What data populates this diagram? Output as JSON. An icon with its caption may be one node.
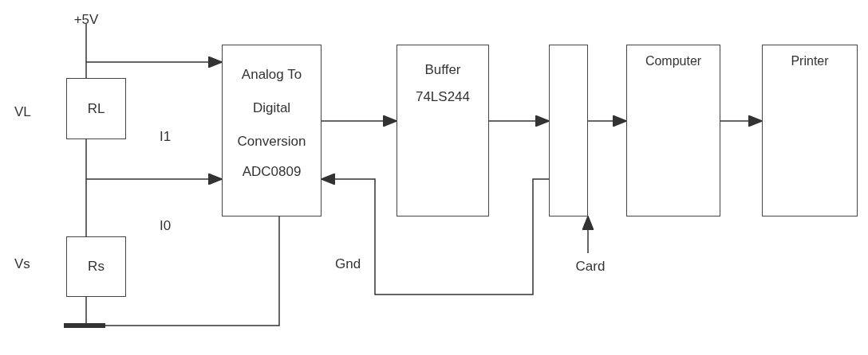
{
  "diagram": {
    "nodes": [
      {
        "text": [
          "+5V"
        ]
      },
      {
        "text": [
          "RL"
        ]
      },
      {
        "text": [
          "Rs"
        ]
      },
      {
        "text": [],
        "shape": "bar"
      },
      {
        "text": [
          "Analog To Digital Conversion",
          "ADC0809"
        ]
      },
      {
        "text": [
          "Buffer",
          "74LS244"
        ]
      },
      {
        "text": [],
        "shape": "box"
      },
      {
        "text": [
          "Computer"
        ]
      },
      {
        "text": [
          "Printer"
        ]
      },
      {
        "text": [
          "Card"
        ]
      }
    ],
    "edges": [
      {
        "from": 0,
        "to": 1,
        "arrow": "none"
      },
      {
        "from": 1,
        "to": 2,
        "arrow": "none"
      },
      {
        "from": 2,
        "to": 3,
        "arrow": "none"
      },
      {
        "from": null,
        "to": 4,
        "arrow": "to"
      },
      {
        "from": null,
        "to": 4,
        "arrow": "to"
      },
      {
        "from": 4,
        "to": 5,
        "arrow": "to"
      },
      {
        "from": 5,
        "to": 6,
        "arrow": "to"
      },
      {
        "from": 6,
        "to": 7,
        "arrow": "to"
      },
      {
        "from": 7,
        "to": 8,
        "arrow": "to"
      },
      {
        "from": 6,
        "to": 4,
        "arrow": "to"
      },
      {
        "from": 4,
        "to": 3,
        "arrow": "none"
      },
      {
        "from": 9,
        "to": 6,
        "arrow": "to"
      }
    ],
    "labels": [
      "VL",
      "I1",
      "I0",
      "Vs",
      "Gnd"
    ]
  }
}
